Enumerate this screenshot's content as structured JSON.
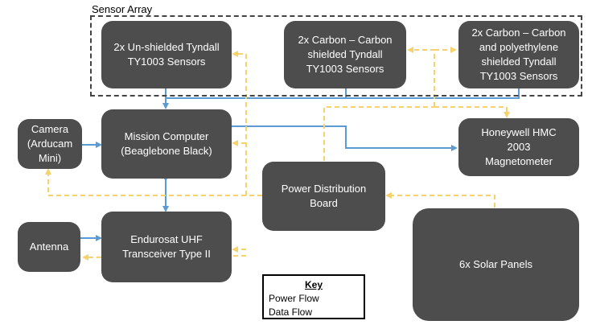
{
  "sensor_array": {
    "label": "Sensor Array"
  },
  "boxes": {
    "unshielded": "2x Un-shielded Tyndall\nTY1003 Sensors",
    "carbon": "2x Carbon – Carbon\nshielded Tyndall\nTY1003 Sensors",
    "carbon_poly": "2x Carbon – Carbon\nand polyethylene\nshielded Tyndall\nTY1003 Sensors",
    "camera": "Camera\n(Arducam\nMini)",
    "mission_computer": "Mission Computer\n(Beaglebone Black)",
    "magnetometer": "Honeywell HMC\n2003\nMagnetometer",
    "power_distribution": "Power Distribution\nBoard",
    "antenna": "Antenna",
    "transceiver": "Endurosat UHF\nTransceiver Type II",
    "solar_panels": "6x Solar Panels"
  },
  "key": {
    "title": "Key",
    "power_flow": "Power Flow",
    "data_flow": "Data Flow"
  },
  "colors": {
    "box_fill": "#4d4d4d",
    "power_flow": "#f7d26b",
    "data_flow": "#5b9bd5"
  }
}
